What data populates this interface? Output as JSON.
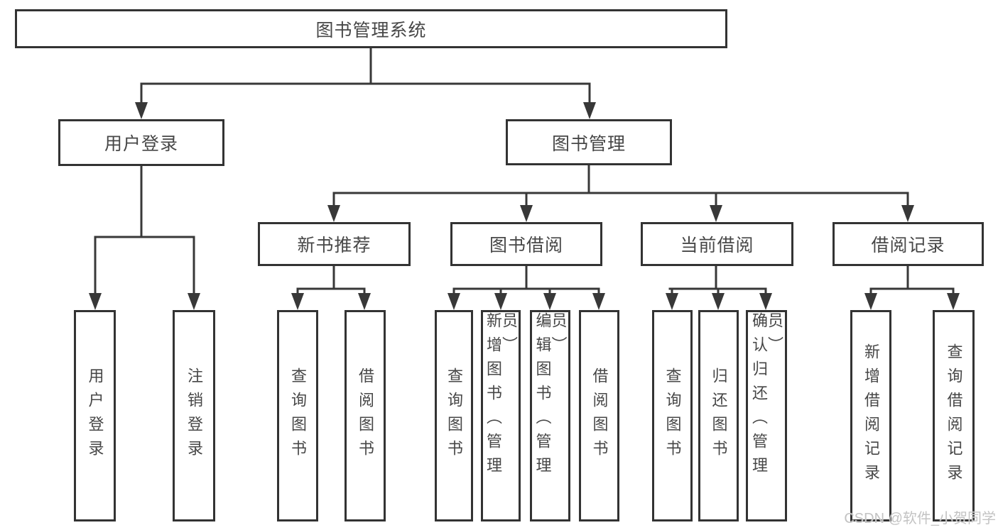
{
  "watermark": "CSDN @软件_小贺同学",
  "tree": {
    "root": "图书管理系统",
    "user": {
      "label": "用户登录",
      "children": [
        "用户登录",
        "注销登录"
      ]
    },
    "book": {
      "label": "图书管理",
      "sections": [
        {
          "label": "新书推荐",
          "children": [
            "查询图书",
            "借阅图书"
          ]
        },
        {
          "label": "图书借阅",
          "children": [
            "查询图书",
            "新增图书（管理员）",
            "编辑图书（管理员）",
            "借阅图书"
          ]
        },
        {
          "label": "当前借阅",
          "children": [
            "查询图书",
            "归还图书",
            "确认归还（管理员）"
          ]
        },
        {
          "label": "借阅记录",
          "children": [
            "新增借阅记录",
            "查询借阅记录"
          ]
        }
      ]
    }
  },
  "colors": {
    "line": "#383838",
    "border": "#333333",
    "text": "#474747",
    "watermark": "#c3c3c3"
  }
}
